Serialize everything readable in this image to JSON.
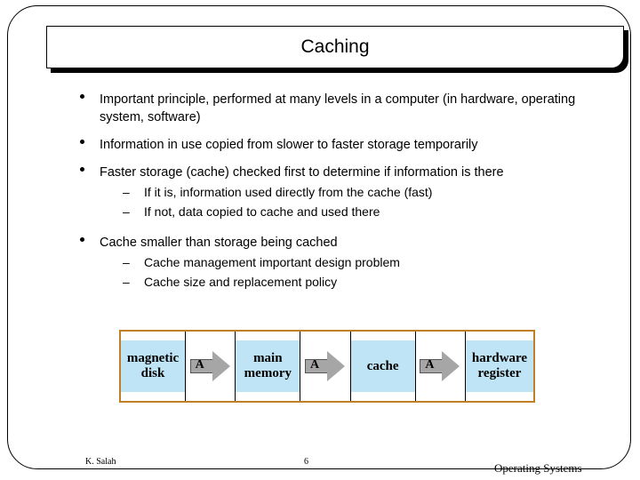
{
  "slide": {
    "title": "Caching",
    "bullets": [
      {
        "text": "Important principle, performed at many levels in a computer (in hardware, operating system, software)",
        "subs": []
      },
      {
        "text": "Information in use copied from slower to faster storage temporarily",
        "subs": []
      },
      {
        "text": "Faster storage (cache) checked first to determine if information is there",
        "subs": [
          "If it is, information used directly from the cache (fast)",
          "If not, data copied to cache and used there"
        ]
      },
      {
        "text": "Cache smaller than storage being cached",
        "subs": [
          "Cache management important design problem",
          "Cache size and replacement policy"
        ]
      }
    ],
    "dash": "–"
  },
  "diagram": {
    "stages": [
      {
        "line1": "magnetic",
        "line2": "disk"
      },
      {
        "line1": "main",
        "line2": "memory"
      },
      {
        "line1": "cache",
        "line2": ""
      },
      {
        "line1": "hardware",
        "line2": "register"
      }
    ],
    "arrow_label": "A",
    "box_color": "#bfe4f5",
    "border_color": "#c07f26",
    "arrow_color": "#a6a6a6"
  },
  "footer": {
    "author": "K. Salah",
    "page": "6",
    "course": "Operating Systems"
  }
}
